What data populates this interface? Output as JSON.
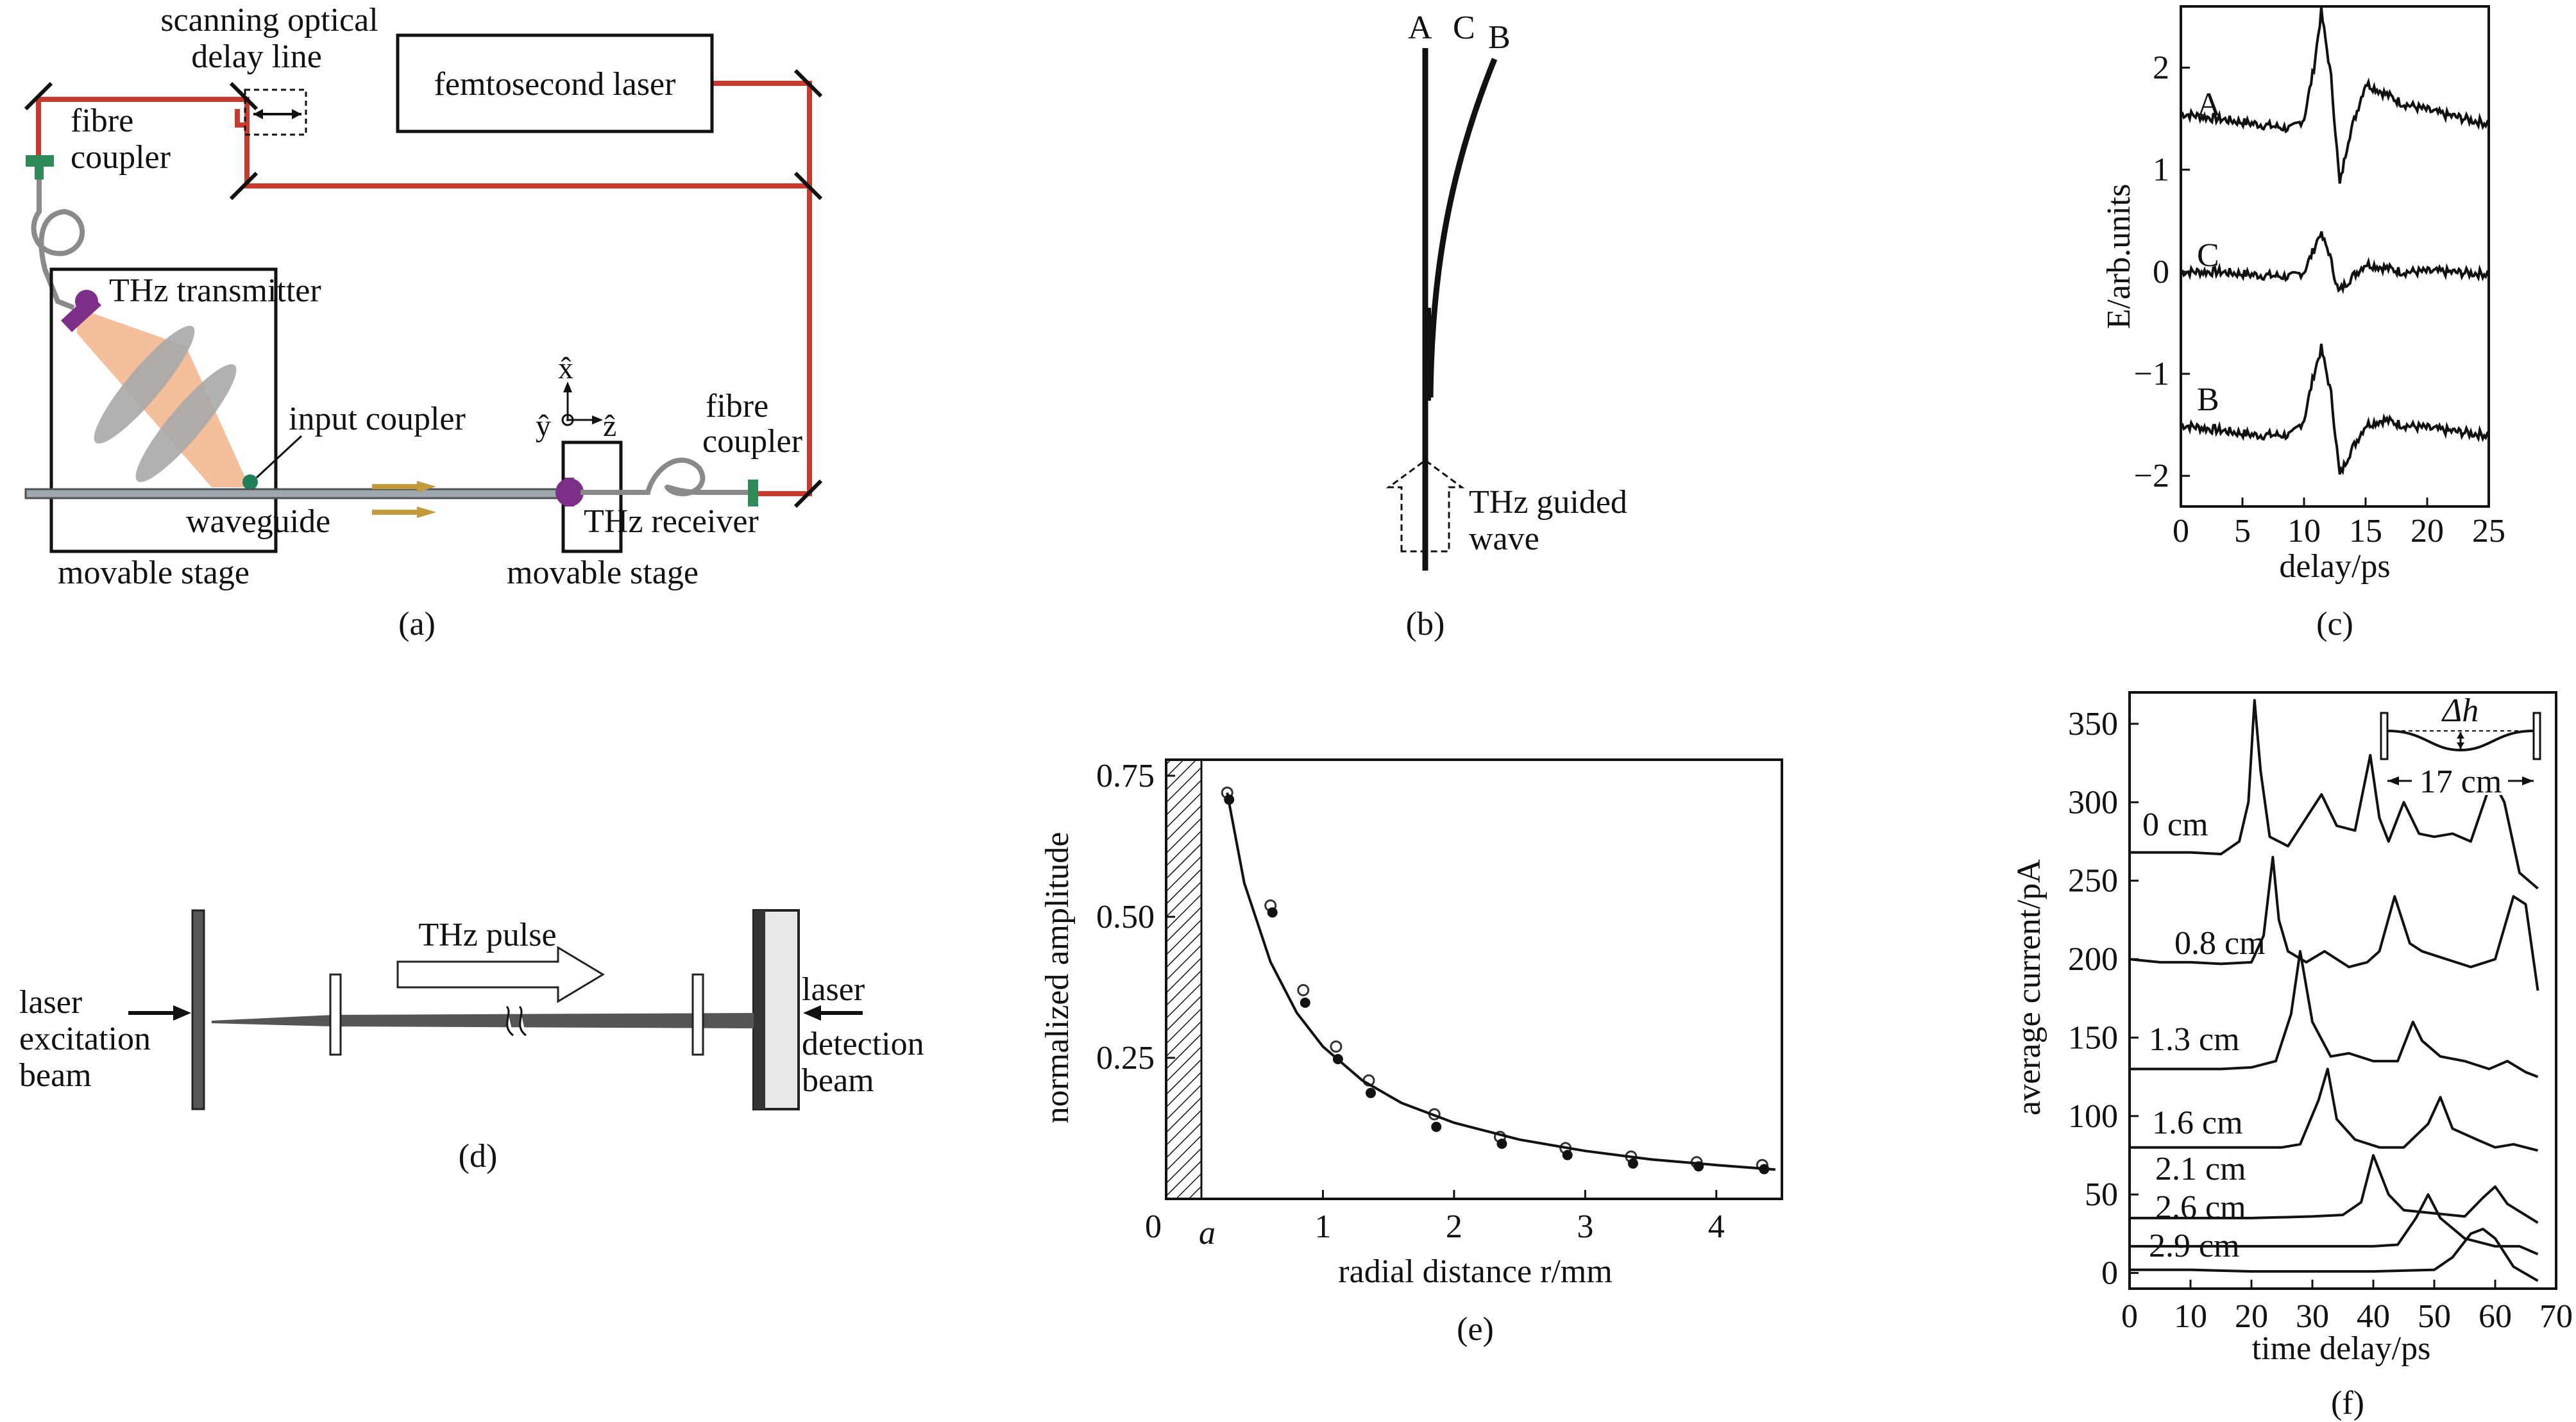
{
  "panel_a": {
    "caption": "(a)",
    "labels": {
      "delay_line_1": "scanning optical",
      "delay_line_2": "delay line",
      "laser": "femtosecond laser",
      "fibre_coupler_left_1": "fibre",
      "fibre_coupler_left_2": "coupler",
      "transmitter": "THz transmitter",
      "input_coupler": "input coupler",
      "waveguide": "waveguide",
      "stage_left": "movable stage",
      "stage_right": "movable stage",
      "receiver": "THz receiver",
      "fibre_coupler_right_1": "fibre",
      "fibre_coupler_right_2": "coupler",
      "axis_x": "x̂",
      "axis_y": "ŷ",
      "axis_z": "ẑ"
    }
  },
  "panel_b": {
    "caption": "(b)",
    "labels": {
      "wire_a": "A",
      "wire_c": "C",
      "wire_b": "B",
      "wave_1": "THz guided",
      "wave_2": "wave"
    }
  },
  "panel_c": {
    "caption": "(c)",
    "ylabel": "E/arb.units",
    "xlabel": "delay/ps",
    "curve_labels": [
      "A",
      "C",
      "B"
    ]
  },
  "panel_d": {
    "caption": "(d)",
    "labels": {
      "pulse": "THz pulse",
      "left_1": "laser",
      "left_2": "excitation",
      "left_3": "beam",
      "right_1": "laser",
      "right_2": "detection",
      "right_3": "beam"
    }
  },
  "panel_e": {
    "caption": "(e)",
    "ylabel": "normalized amplitude",
    "xlabel": "radial distance r/mm",
    "radius_label": "a"
  },
  "panel_f": {
    "caption": "(f)",
    "ylabel": "average current/pA",
    "xlabel": "time delay/ps",
    "inset_dh": "Δh",
    "inset_len": "17 cm"
  },
  "chart_data": [
    {
      "id": "c",
      "type": "line",
      "xlabel": "delay/ps",
      "ylabel": "E/arb.units",
      "xlim": [
        0,
        25
      ],
      "ylim": [
        -2.3,
        2.6
      ],
      "xticks": [
        0,
        5,
        10,
        15,
        20,
        25
      ],
      "yticks": [
        -2,
        -1,
        0,
        1,
        2
      ],
      "series": [
        {
          "name": "A",
          "offset": 1.5,
          "x": [
            0,
            3,
            6,
            9,
            10,
            10.8,
            11.4,
            12.2,
            12.9,
            13.6,
            15,
            16.5,
            18,
            21,
            25
          ],
          "y": [
            1.55,
            1.5,
            1.45,
            1.4,
            1.5,
            2.0,
            2.55,
            1.9,
            0.85,
            1.3,
            1.85,
            1.75,
            1.65,
            1.55,
            1.45
          ]
        },
        {
          "name": "C",
          "offset": 0.0,
          "x": [
            0,
            3,
            6,
            9,
            10,
            10.8,
            11.3,
            12,
            12.8,
            13.5,
            15,
            16.5,
            18,
            21,
            25
          ],
          "y": [
            0.0,
            0.0,
            -0.03,
            -0.05,
            0.0,
            0.22,
            0.38,
            0.2,
            -0.2,
            -0.1,
            0.08,
            0.04,
            0.0,
            0.0,
            -0.02
          ]
        },
        {
          "name": "B",
          "offset": -1.5,
          "x": [
            0,
            3,
            6,
            9,
            10,
            10.8,
            11.4,
            12.2,
            12.9,
            13.6,
            15,
            16.5,
            18,
            21,
            25
          ],
          "y": [
            -1.5,
            -1.55,
            -1.6,
            -1.6,
            -1.45,
            -1.0,
            -0.75,
            -1.2,
            -2.0,
            -1.8,
            -1.5,
            -1.45,
            -1.5,
            -1.55,
            -1.6
          ]
        }
      ]
    },
    {
      "id": "e",
      "type": "scatter",
      "xlabel": "radial distance r/mm",
      "ylabel": "normalized amplitude",
      "xlim": [
        0,
        4.5
      ],
      "ylim": [
        0,
        0.75
      ],
      "xticks": [
        0,
        1,
        2,
        3,
        4
      ],
      "yticks": [
        0.25,
        0.5,
        0.75
      ],
      "radius_a": 0.27,
      "series": [
        {
          "name": "",
          "marker": "open",
          "x": [
            0.27,
            0.6,
            0.85,
            1.1,
            1.35,
            1.85,
            2.35,
            2.85,
            3.35,
            3.85,
            4.35
          ],
          "y": [
            0.72,
            0.52,
            0.37,
            0.27,
            0.21,
            0.15,
            0.11,
            0.09,
            0.075,
            0.065,
            0.06
          ]
        },
        {
          "name": "",
          "marker": "filled",
          "x": [
            0.27,
            0.6,
            0.85,
            1.1,
            1.35,
            1.85,
            2.35,
            2.85,
            3.35,
            3.85,
            4.35
          ],
          "y": [
            0.71,
            0.51,
            0.35,
            0.25,
            0.19,
            0.13,
            0.1,
            0.08,
            0.065,
            0.06,
            0.055
          ]
        },
        {
          "name": "",
          "marker": "line",
          "x": [
            0.27,
            0.4,
            0.6,
            0.8,
            1.0,
            1.3,
            1.6,
            2.0,
            2.5,
            3.0,
            3.5,
            4.0,
            4.45
          ],
          "y": [
            0.72,
            0.56,
            0.42,
            0.33,
            0.27,
            0.21,
            0.17,
            0.135,
            0.105,
            0.085,
            0.07,
            0.06,
            0.052
          ]
        }
      ]
    },
    {
      "id": "f",
      "type": "line",
      "xlabel": "time delay/ps",
      "ylabel": "average current/pA",
      "xlim": [
        0,
        70
      ],
      "ylim": [
        -10,
        370
      ],
      "xticks": [
        0,
        10,
        20,
        30,
        40,
        50,
        60,
        70
      ],
      "yticks": [
        0,
        50,
        100,
        150,
        200,
        250,
        300,
        350
      ],
      "series": [
        {
          "name": "0 cm",
          "x": [
            0,
            5,
            10,
            15,
            18,
            19.5,
            20.5,
            21.5,
            23,
            26,
            29,
            31.5,
            34,
            37,
            39.5,
            41,
            42.5,
            45,
            47.5,
            50,
            53,
            56,
            59.5,
            61.5,
            64,
            67
          ],
          "y": [
            268,
            268,
            268,
            267,
            275,
            300,
            365,
            320,
            278,
            272,
            290,
            305,
            285,
            282,
            330,
            290,
            275,
            300,
            280,
            278,
            280,
            275,
            315,
            300,
            255,
            245
          ]
        },
        {
          "name": "0.8 cm",
          "x": [
            0,
            5,
            10,
            15,
            20,
            22,
            23.5,
            24.5,
            26,
            29,
            32,
            36,
            39,
            41,
            43.5,
            46,
            48,
            52,
            56,
            60,
            63,
            65,
            67
          ],
          "y": [
            200,
            198,
            198,
            197,
            198,
            215,
            265,
            225,
            205,
            198,
            205,
            195,
            198,
            205,
            240,
            210,
            205,
            200,
            195,
            200,
            240,
            235,
            180
          ]
        },
        {
          "name": "1.3 cm",
          "x": [
            0,
            5,
            10,
            15,
            20,
            24,
            26.5,
            28,
            30,
            33,
            36,
            40,
            44,
            46.5,
            48,
            51,
            55,
            59,
            62,
            65,
            67
          ],
          "y": [
            130,
            130,
            130,
            130,
            131,
            135,
            165,
            205,
            160,
            138,
            140,
            135,
            135,
            160,
            148,
            138,
            135,
            130,
            135,
            128,
            125
          ]
        },
        {
          "name": "1.6 cm",
          "x": [
            0,
            5,
            10,
            15,
            20,
            25,
            28,
            31,
            32.5,
            34,
            37,
            41,
            45,
            49,
            51,
            53,
            57,
            60,
            63,
            67
          ],
          "y": [
            80,
            80,
            80,
            80,
            80,
            80,
            82,
            110,
            130,
            98,
            85,
            80,
            80,
            95,
            112,
            92,
            85,
            80,
            82,
            78
          ]
        },
        {
          "name": "2.1 cm",
          "x": [
            0,
            10,
            20,
            30,
            35,
            38,
            40,
            42.5,
            45,
            50,
            55,
            58,
            60,
            62,
            67
          ],
          "y": [
            35,
            35,
            35,
            36,
            37,
            45,
            75,
            50,
            40,
            38,
            36,
            48,
            55,
            44,
            32
          ]
        },
        {
          "name": "2.6 cm",
          "x": [
            0,
            10,
            20,
            30,
            40,
            44,
            47,
            49,
            51,
            55,
            60,
            64,
            67
          ],
          "y": [
            17,
            17,
            17,
            17,
            17,
            18,
            35,
            50,
            35,
            22,
            17,
            17,
            12
          ]
        },
        {
          "name": "2.9 cm",
          "x": [
            0,
            10,
            20,
            30,
            40,
            50,
            53,
            56,
            58,
            60,
            63,
            67
          ],
          "y": [
            2,
            2,
            1,
            1,
            1,
            2,
            10,
            25,
            28,
            22,
            4,
            -5
          ]
        }
      ]
    }
  ]
}
